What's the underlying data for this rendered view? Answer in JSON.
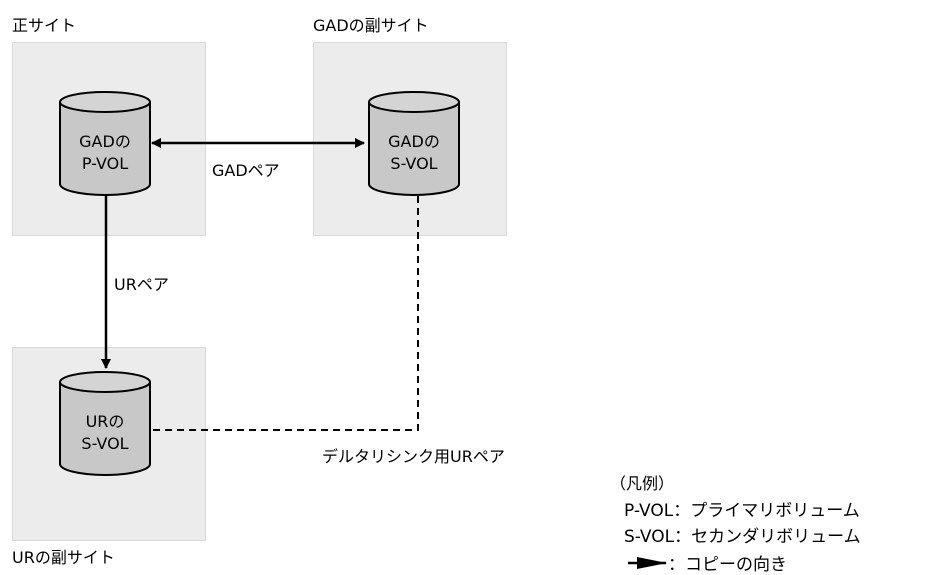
{
  "sites": {
    "primary": "正サイト",
    "gad_secondary": "GADの副サイト",
    "ur_secondary": "URの副サイト"
  },
  "volumes": {
    "gad_pvol": [
      "GADの",
      "P-VOL"
    ],
    "gad_svol": [
      "GADの",
      "S-VOL"
    ],
    "ur_svol": [
      "URの",
      "S-VOL"
    ]
  },
  "pairs": {
    "gad_pair": "GADペア",
    "ur_pair": "URペア",
    "delta_pair": "デルタリシンク用URペア"
  },
  "legend": {
    "title": "（凡例）",
    "pvol_term": "P-VOL",
    "pvol_desc": "：プライマリボリューム",
    "svol_term": "S-VOL",
    "svol_desc": "：セカンダリボリューム",
    "arrow_desc": "：コピーの向き"
  },
  "colors": {
    "site_box": "#ececec",
    "cylinder": "#c8c8c8"
  }
}
